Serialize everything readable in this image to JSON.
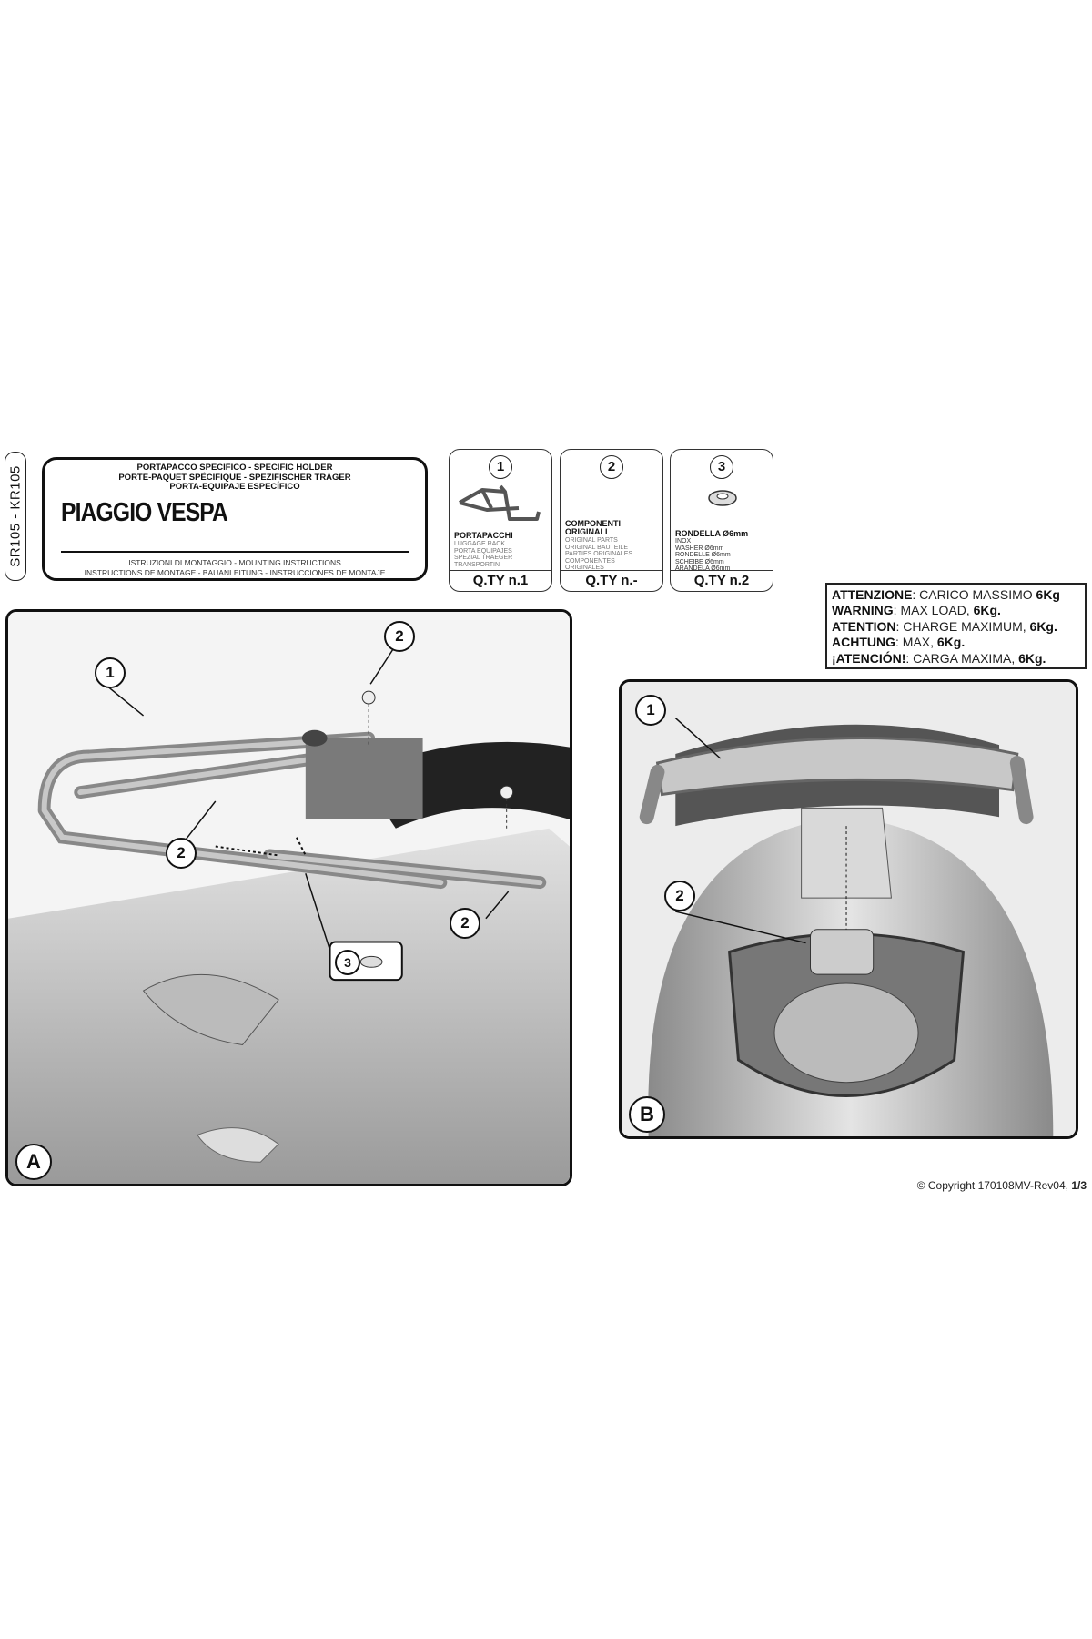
{
  "code_label": "SR105 - KR105",
  "header": {
    "subtitle_lines": [
      "PORTAPACCO SPECIFICO  -  SPECIFIC HOLDER",
      "PORTE-PAQUET SPÉCIFIQUE - SPEZIFISCHER TRÄGER",
      "PORTA-EQUIPAJE ESPECÍFICO"
    ],
    "title": "PIAGGIO VESPA",
    "footer_lines": [
      "ISTRUZIONI DI MONTAGGIO  -  MOUNTING INSTRUCTIONS",
      "INSTRUCTIONS DE MONTAGE - BAUANLEITUNG - INSTRUCCIONES DE MONTAJE"
    ]
  },
  "parts": [
    {
      "number": "1",
      "name_lines": [
        "PORTAPACCHI"
      ],
      "langs": [
        "LUGGAGE RACK",
        "PORTA EQUIPAJES",
        "SPEZIAL TRAEGER",
        "TRANSPORTIN"
      ],
      "qty": "Q.TY n.1"
    },
    {
      "number": "2",
      "name_lines": [
        "COMPONENTI",
        "ORIGINALI"
      ],
      "langs": [
        "ORIGINAL PARTS",
        "ORIGINAL BAUTEILE",
        "PARTIES ORIGINALES",
        "COMPONENTES",
        "ORIGINALES"
      ],
      "qty": "Q.TY n.-"
    },
    {
      "number": "3",
      "name_lines": [
        "RONDELLA Ø6mm"
      ],
      "langs": [
        "INOX",
        "WASHER Ø6mm",
        "RONDELLE Ø6mm",
        "SCHEIBE Ø6mm",
        "ARANDELA Ø6mm"
      ],
      "qty": "Q.TY n.2"
    }
  ],
  "warning": [
    {
      "label": "ATTENZIONE",
      "text": ": CARICO MASSIMO ",
      "value": "6Kg"
    },
    {
      "label": "WARNING",
      "text": ": MAX LOAD, ",
      "value": "6Kg."
    },
    {
      "label": "ATENTION",
      "text": ": CHARGE MAXIMUM, ",
      "value": "6Kg."
    },
    {
      "label": "ACHTUNG",
      "text": ": MAX, ",
      "value": "6Kg."
    },
    {
      "label": "¡ATENCIÓN!",
      "text": ": CARGA MAXIMA, ",
      "value": "6Kg."
    }
  ],
  "panel_a": {
    "letter": "A",
    "callouts": [
      "1",
      "2",
      "2",
      "2",
      "3"
    ]
  },
  "panel_b": {
    "letter": "B",
    "callouts": [
      "1",
      "2"
    ]
  },
  "copyright": {
    "text": "© Copyright 170108MV-Rev04, ",
    "page": "1/3"
  }
}
